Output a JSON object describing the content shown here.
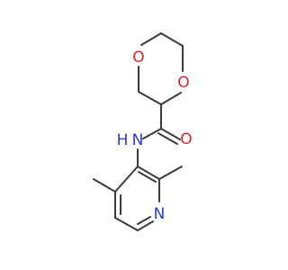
{
  "structure": {
    "atoms": {
      "ring_oxygen_top": "O",
      "ring_oxygen_right": "O",
      "carbonyl_oxygen": "O",
      "amide_nitrogen": "N",
      "amide_hydrogen": "H",
      "pyridine_nitrogen": "N"
    }
  },
  "colors": {
    "bond": "#3a3a3a",
    "oxygen": "#e0242c",
    "nitrogen": "#2b3bd1",
    "carbon": "#3a3a3a"
  }
}
